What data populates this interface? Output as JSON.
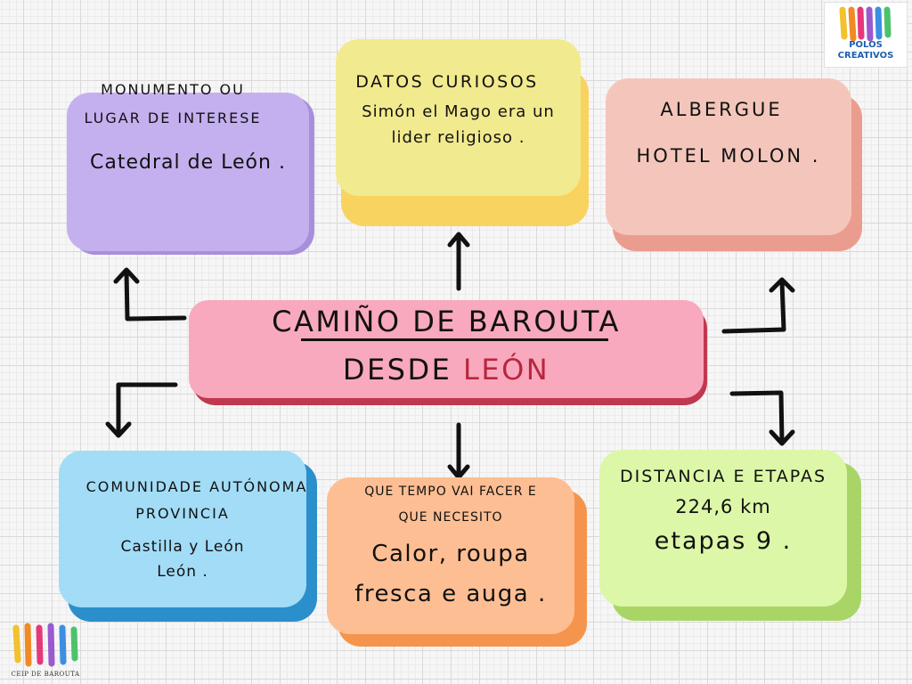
{
  "center": {
    "line1": "CAMIÑO DE BAROUTA",
    "line2_prefix": "DESDE ",
    "line2_accent": "LEÓN"
  },
  "monumento": {
    "title_line1": "MONUMENTO OU",
    "title_line2": "LUGAR DE INTERESE",
    "text": "Catedral de  León ."
  },
  "datos": {
    "title": "DATOS CURIOSOS",
    "text_line1": "Simón el Mago era un",
    "text_line2": "lider religioso ."
  },
  "albergue": {
    "title": "ALBERGUE",
    "text": "HOTEL MOLON ."
  },
  "comunidade": {
    "title_line1": "COMUNIDADE AUTÓNOMA",
    "title_line2": "PROVINCIA",
    "text_line1": "Castilla y León",
    "text_line2": "León ."
  },
  "tempo": {
    "title_line1": "QUE TEMPO VAI FACER E",
    "title_line2": "QUE NECESITO",
    "text_line1": "Calor, roupa",
    "text_line2": "fresca e auga ."
  },
  "distancia": {
    "title": "DISTANCIA E ETAPAS",
    "text_line1": "224,6 km",
    "text_line2": "etapas 9 ."
  },
  "logos": {
    "top_line1": "POLOS",
    "top_line2": "CREATIVOS",
    "bottom": "CEIP DE BAROUTA"
  },
  "colors": {
    "monumento": "#c4b0ef",
    "datos": "#f2ea8e",
    "albergue": "#f4c6bb",
    "center": "#f9a9bd",
    "comunidade": "#a2dcf7",
    "tempo": "#fdbe93",
    "distancia": "#dcf7a7",
    "accent": "#b8263f"
  }
}
